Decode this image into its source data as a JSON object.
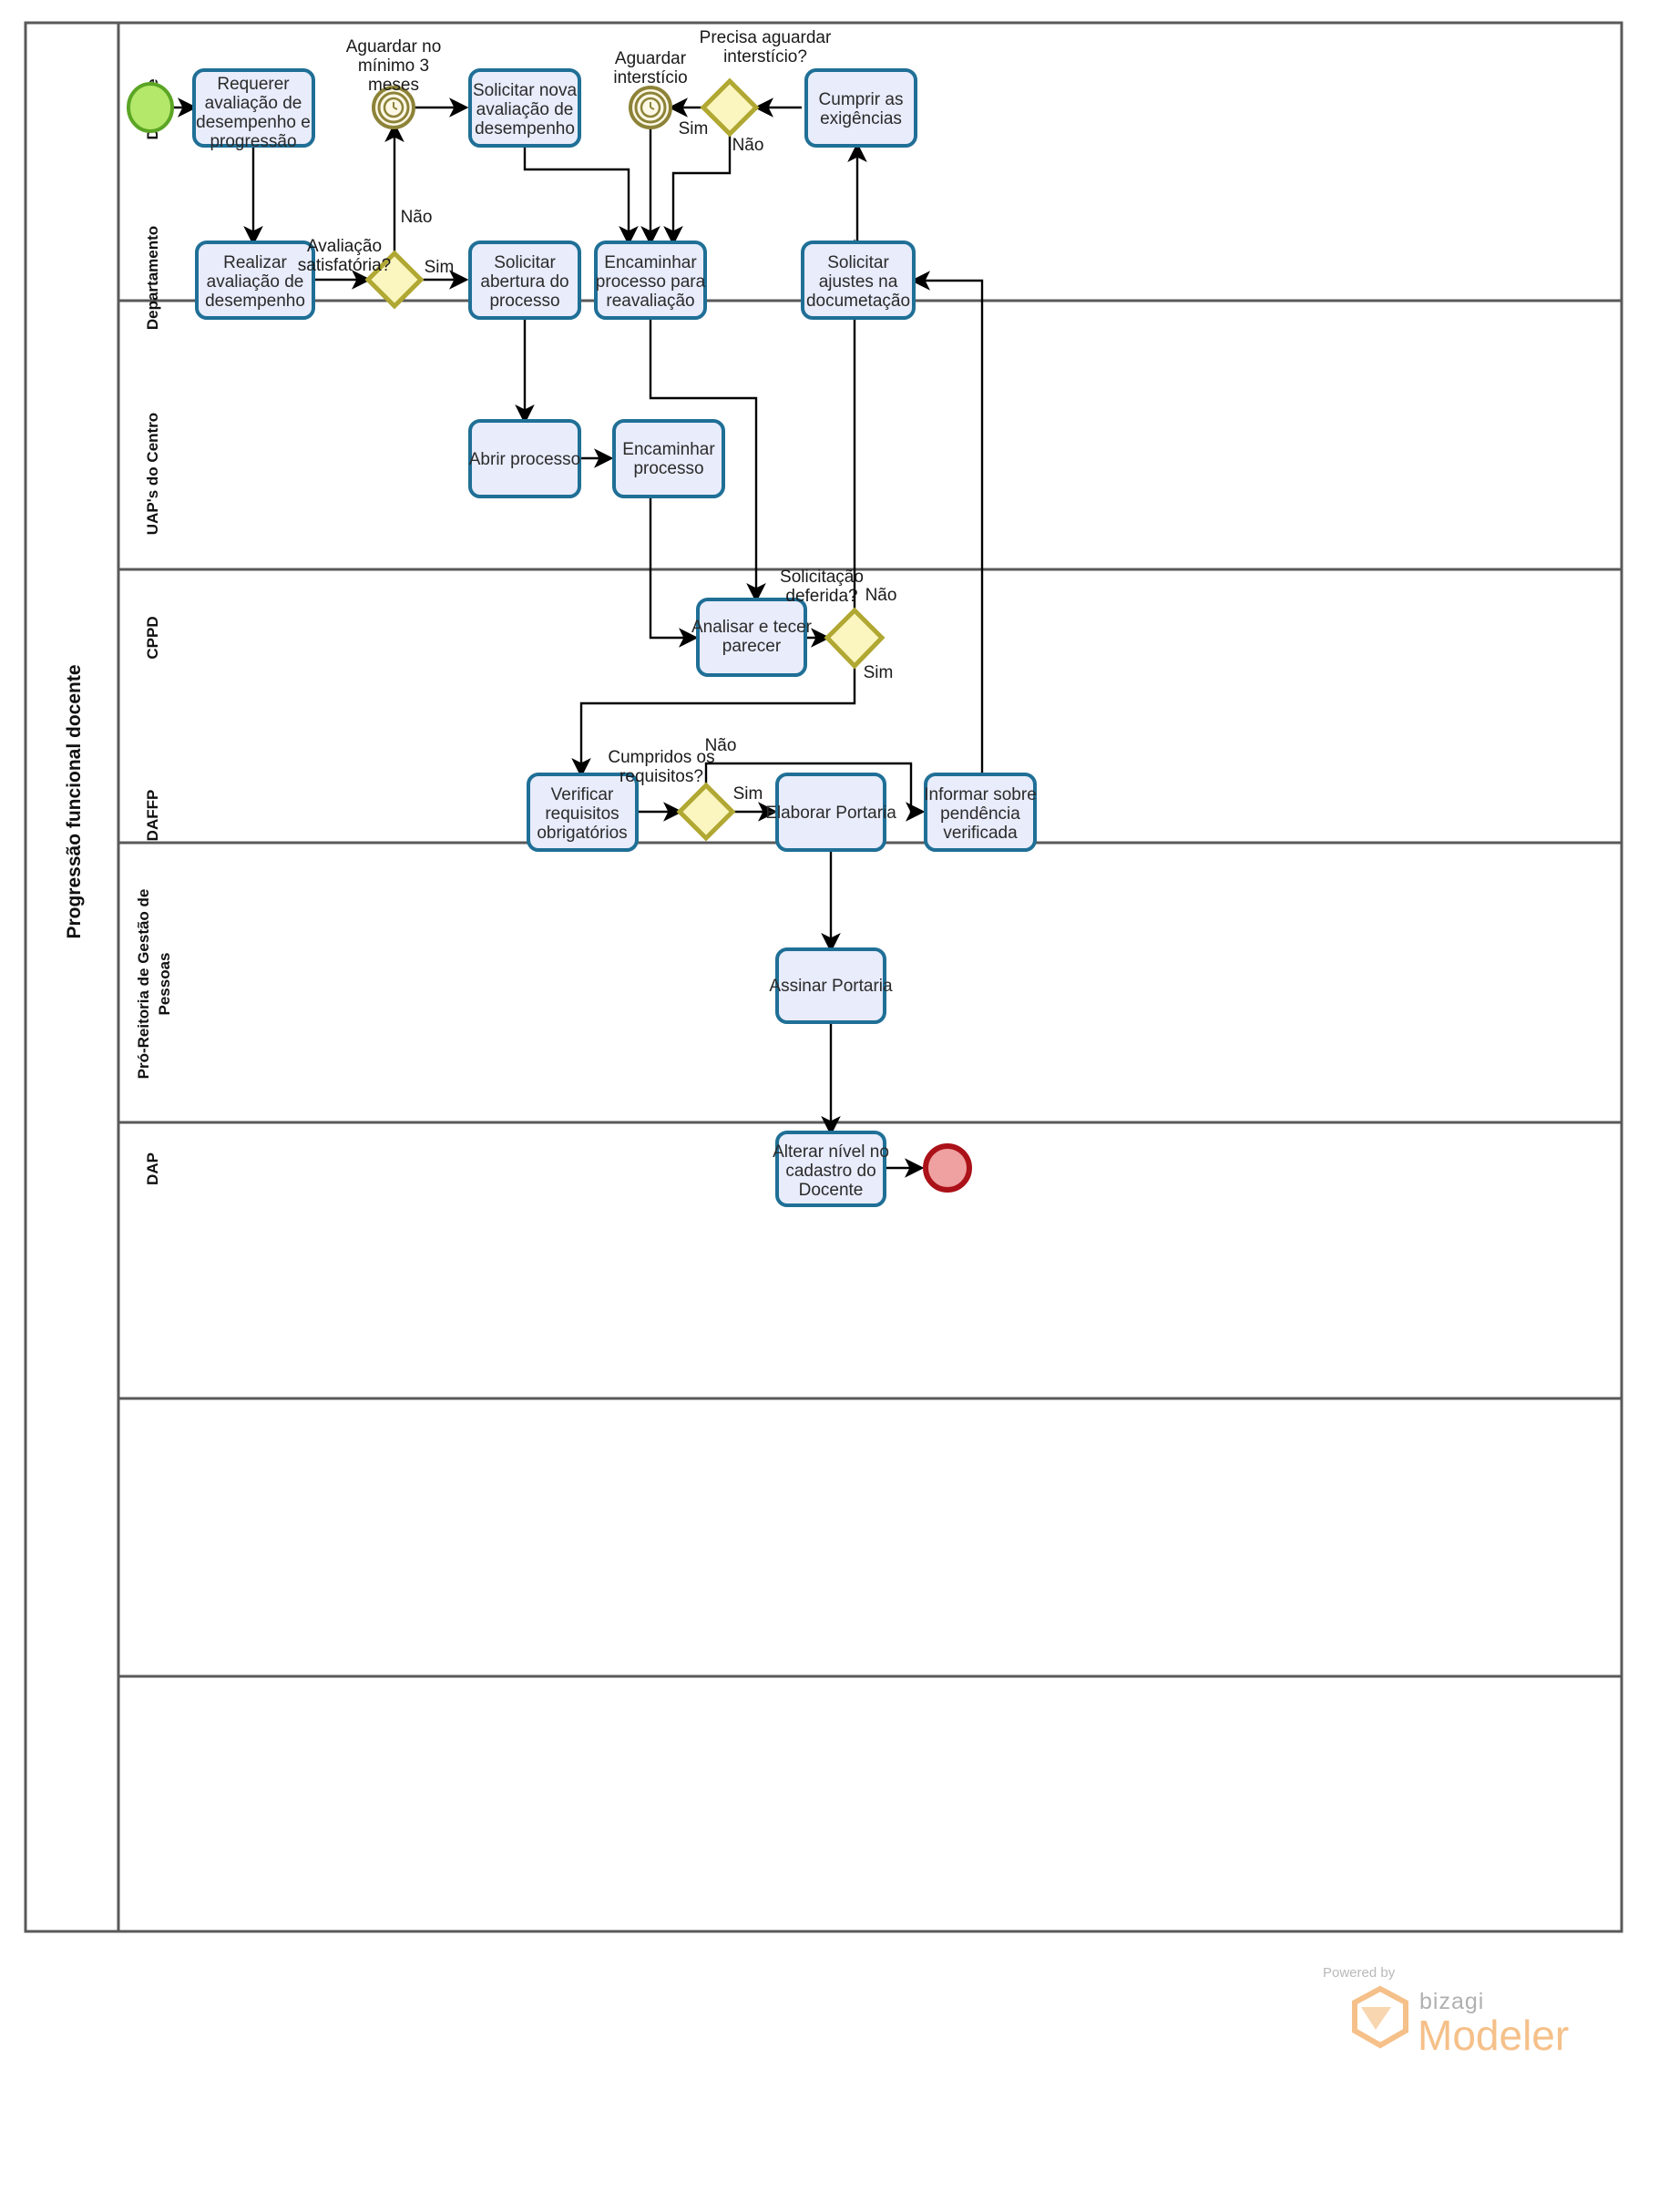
{
  "pool": {
    "title": "Progressão funcional docente"
  },
  "lanes": [
    {
      "id": "docente",
      "label": "Docente"
    },
    {
      "id": "departamento",
      "label": "Departamento"
    },
    {
      "id": "uaps",
      "label": "UAP's do Centro"
    },
    {
      "id": "cppd",
      "label": "CPPD"
    },
    {
      "id": "daffp",
      "label": "DAFFP"
    },
    {
      "id": "progep",
      "label": "Pró-Reitoria de Gestão de Pessoas"
    },
    {
      "id": "dap",
      "label": "DAP"
    }
  ],
  "events": [
    {
      "id": "start",
      "kind": "start-event",
      "label": ""
    },
    {
      "id": "timer3m",
      "kind": "timer-event",
      "label": "Aguardar no mínimo 3 meses"
    },
    {
      "id": "timerinter",
      "kind": "timer-event",
      "label": "Aguardar interstício"
    },
    {
      "id": "end",
      "kind": "end-event",
      "label": ""
    }
  ],
  "tasks": [
    {
      "id": "t1",
      "lane": "docente",
      "label": "Requerer avaliação de desempenho e progressão"
    },
    {
      "id": "t2",
      "lane": "docente",
      "label": "Solicitar nova avaliação de desempenho"
    },
    {
      "id": "t3",
      "lane": "docente",
      "label": "Cumprir as exigências"
    },
    {
      "id": "t4",
      "lane": "departamento",
      "label": "Realizar avaliação de desempenho"
    },
    {
      "id": "t5",
      "lane": "departamento",
      "label": "Solicitar abertura do processo"
    },
    {
      "id": "t6",
      "lane": "departamento",
      "label": "Encaminhar processo para reavaliação"
    },
    {
      "id": "t7",
      "lane": "departamento",
      "label": "Solicitar ajustes na documetação"
    },
    {
      "id": "t8",
      "lane": "uaps",
      "label": "Abrir processo"
    },
    {
      "id": "t9",
      "lane": "uaps",
      "label": "Encaminhar processo"
    },
    {
      "id": "t10",
      "lane": "cppd",
      "label": "Analisar e tecer parecer"
    },
    {
      "id": "t11",
      "lane": "daffp",
      "label": "Verificar requisitos obrigatórios"
    },
    {
      "id": "t12",
      "lane": "daffp",
      "label": "Elaborar Portaria"
    },
    {
      "id": "t13",
      "lane": "daffp",
      "label": "Informar sobre pendência verificada"
    },
    {
      "id": "t14",
      "lane": "progep",
      "label": "Assinar Portaria"
    },
    {
      "id": "t15",
      "lane": "dap",
      "label": "Alterar nível no cadastro do Docente"
    }
  ],
  "gateways": [
    {
      "id": "g1",
      "lane": "docente",
      "label": "Precisa aguardar interstício?"
    },
    {
      "id": "g2",
      "lane": "departamento",
      "label": "Avaliação satisfatória?"
    },
    {
      "id": "g3",
      "lane": "cppd",
      "label": "Solicitação deferida?"
    },
    {
      "id": "g4",
      "lane": "daffp",
      "label": "Cumpridos os requisitos?"
    }
  ],
  "flow_labels": {
    "g1_sim": "Sim",
    "g1_nao": "Não",
    "g2_sim": "Sim",
    "g2_nao": "Não",
    "g3_sim": "Sim",
    "g3_nao": "Não",
    "g4_sim": "Sim",
    "g4_nao": "Não"
  },
  "branding": {
    "powered_by": "Powered by",
    "bizagi": "bizagi",
    "modeler": "Modeler"
  },
  "colors": {
    "task_fill": "#e8ecfb",
    "task_stroke": "#1f6f96",
    "gateway_fill": "#fbf6bf",
    "gateway_stroke": "#b0a832",
    "start_fill": "#b4e86a",
    "start_stroke": "#5ba525",
    "end_fill": "#efa0a0",
    "end_stroke": "#ab1118",
    "timer_fill": "#fdf8e6",
    "timer_stroke": "#8d8338",
    "lane_border": "#595959",
    "flow_stroke": "#000000",
    "brand_orange": "#f5c089"
  }
}
